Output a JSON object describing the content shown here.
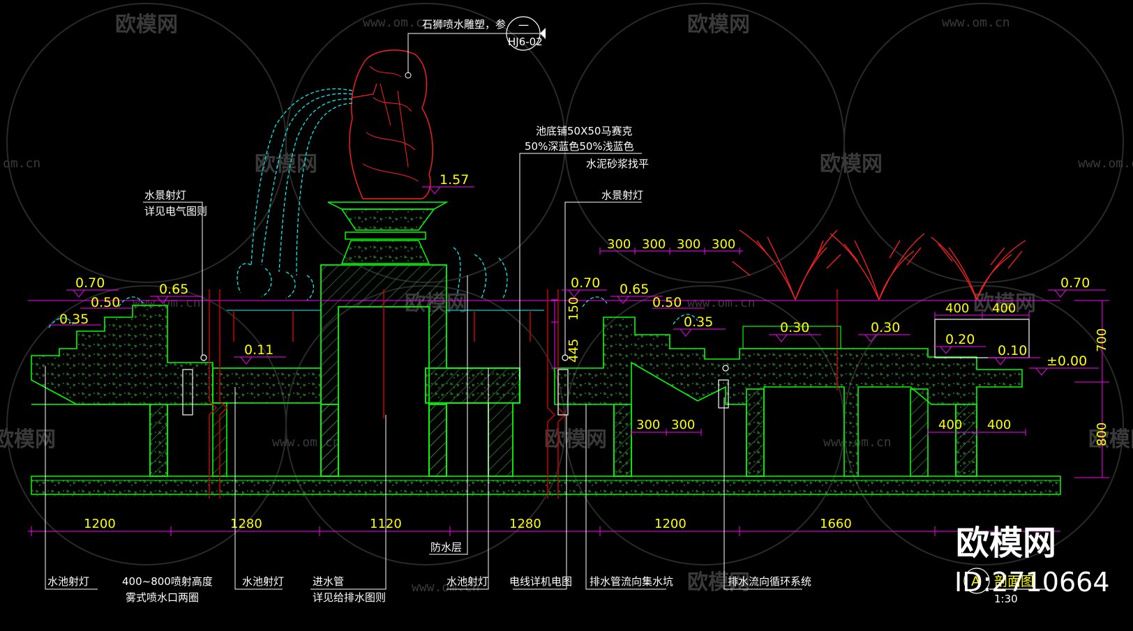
{
  "colors": {
    "background": "#000000",
    "concrete_outline": "#00ff00",
    "concrete_hatch": "#2f9a2f",
    "dimension": "#ff00ff",
    "pipe": "#cc0000",
    "water_spray": "#00ffff",
    "sculpture": "#ff2020",
    "text": "#ffffff",
    "elevation_text": "#ffff00",
    "watermark": "#3a3a3a"
  },
  "top_callout": {
    "text": "石狮喷水雕塑，参",
    "ref_num": "一",
    "ref_sheet": "HJ6-02"
  },
  "notes": {
    "mosaic_line1": "池底铺50X50马赛克",
    "mosaic_line2": "50%深蓝色50%浅蓝色",
    "mortar": "水泥砂浆找平",
    "left_light_line1": "水景射灯",
    "left_light_line2": "详见电气图则",
    "right_light": "水景射灯"
  },
  "elevations": [
    "1.57",
    "0.70",
    "0.65",
    "0.50",
    "0.35",
    "0.11",
    "0.70",
    "0.65",
    "0.50",
    "0.35",
    "0.30",
    "0.30",
    "0.20",
    "0.10",
    "±0.00",
    "0.70"
  ],
  "dimensions": {
    "top_chain": [
      "300",
      "300",
      "300",
      "300"
    ],
    "planter": [
      "400",
      "400"
    ],
    "side_vertical": [
      "700",
      "800"
    ],
    "wall_vertical": [
      "150",
      "445"
    ],
    "mid_chain": [
      "300",
      "300"
    ],
    "lower_chain": [
      "400",
      "400"
    ],
    "bottom_chain": [
      "1200",
      "1280",
      "1120",
      "1280",
      "1200",
      "1660"
    ]
  },
  "bottom_labels": {
    "pool_light_left": "水池射灯",
    "spray_height_line1": "400~800喷射高度",
    "spray_height_line2": "雾式喷水口两圈",
    "pool_light_2": "水池射灯",
    "inlet_line1": "进水管",
    "inlet_line2": "详见给排水图则",
    "waterproof": "防水层",
    "pool_light_3": "水池射灯",
    "wire": "电线详机电图",
    "drain_pipe": "排水管流向集水坑",
    "drain_flow": "排水流向循环系统"
  },
  "title_block": {
    "letter": "A",
    "name": "剖面图",
    "scale": "1:30"
  },
  "watermark": {
    "brand": "欧模网",
    "url": "www.om.cn",
    "url_short": "om.cn",
    "id": "ID:2710664"
  }
}
